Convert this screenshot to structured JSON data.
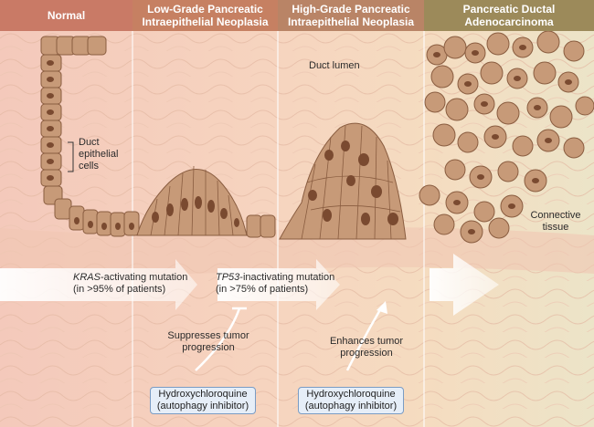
{
  "stages": [
    {
      "title": "Normal"
    },
    {
      "title": "Low-Grade Pancreatic Intraepithelial Neoplasia"
    },
    {
      "title": "High-Grade Pancreatic Intraepithelial Neoplasia"
    },
    {
      "title": "Pancreatic Ductal Adenocarcinoma"
    }
  ],
  "labels": {
    "duct_lumen": "Duct lumen",
    "duct_cells": "Duct epithelial cells",
    "connective": "Connective tissue"
  },
  "mutations": {
    "kras_gene": "KRAS",
    "kras_rest": "-activating mutation",
    "kras_pct": "(in >95% of patients)",
    "tp53_gene": "TP53",
    "tp53_rest": "-inactivating mutation",
    "tp53_pct": "(in >75% of patients)"
  },
  "effects": {
    "suppress": "Suppresses tumor progression",
    "enhance": "Enhances tumor progression"
  },
  "drugs": [
    {
      "name": "Hydroxychloroquine",
      "detail": "(autophagy inhibitor)"
    },
    {
      "name": "Hydroxychloroquine",
      "detail": "(autophagy inhibitor)"
    }
  ],
  "colors": {
    "header_normal": "#c97a66",
    "header_low": "#c68062",
    "header_high": "#b98466",
    "header_pdac": "#9c8a5a",
    "cell": "#c79a78",
    "nucleus": "#7a4a30",
    "drug_border": "#7a9cc4"
  }
}
